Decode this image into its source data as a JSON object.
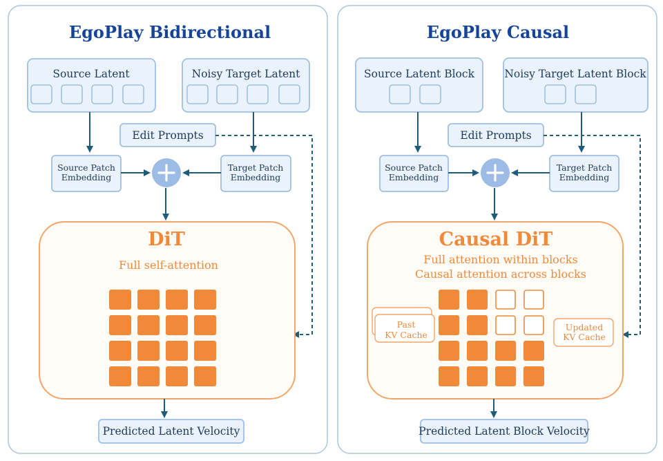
{
  "left": {
    "title": "EgoPlay Bidirectional",
    "source_latent": "Source Latent",
    "noisy_target_latent": "Noisy Target Latent",
    "edit_prompts": "Edit Prompts",
    "source_patch_1": "Source Patch",
    "source_patch_2": "Embedding",
    "target_patch_1": "Target Patch",
    "target_patch_2": "Embedding",
    "dit_title": "DiT",
    "dit_sub": "Full self-attention",
    "output": "Predicted Latent Velocity"
  },
  "right": {
    "title": "EgoPlay Causal",
    "source_latent": "Source Latent Block",
    "noisy_target_latent": "Noisy Target Latent Block",
    "edit_prompts": "Edit Prompts",
    "source_patch_1": "Source Patch",
    "source_patch_2": "Embedding",
    "target_patch_1": "Target Patch",
    "target_patch_2": "Embedding",
    "dit_title": "Causal DiT",
    "dit_sub_1": "Full attention within blocks",
    "dit_sub_2": "Causal attention across blocks",
    "past_kv_1": "Past",
    "past_kv_2": "KV Cache",
    "updated_kv_1": "Updated",
    "updated_kv_2": "KV Cache",
    "output": "Predicted Latent Block Velocity"
  },
  "colors": {
    "title_blue": "#15449a",
    "box_fill": "#eaf2fb",
    "box_stroke": "#9fc0e0",
    "orange": "#f08a3a",
    "arrow": "#1f5c7a",
    "plus": "#9cbce6"
  }
}
